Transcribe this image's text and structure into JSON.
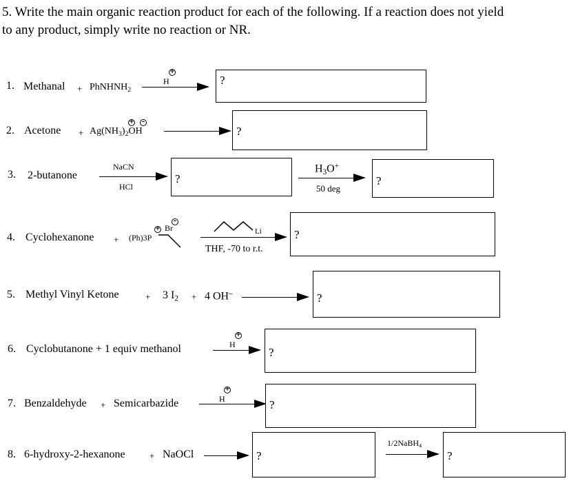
{
  "title_line1": "5. Write the main organic reaction product for each of the following. If a reaction does not yield",
  "title_line2": "to any product, simply write no reaction or NR.",
  "answer_placeholder": "?",
  "reactions": [
    {
      "number": "1.",
      "reactant1": "Methanal",
      "plus": "+",
      "reactant2": "PhNHNH",
      "reactant2_sub": "2",
      "catalyst": "H"
    },
    {
      "number": "2.",
      "reactant1": "Acetone",
      "plus": "+",
      "reactant2_a": "Ag(NH",
      "reactant2_sub": "3",
      "reactant2_b": ")",
      "reactant2_sub2": "2",
      "reactant2_c": "OH"
    },
    {
      "number": "3.",
      "reactant1": "2-butanone",
      "reagent_top": "NaCN",
      "reagent_bottom": "HCl",
      "step2_top_a": "H",
      "step2_top_sub": "3",
      "step2_top_b": "O",
      "step2_top_sup": "+",
      "step2_bottom": "50 deg"
    },
    {
      "number": "4.",
      "reactant1": "Cyclohexanone",
      "plus": "+",
      "reactant2": "(Ph)3P",
      "counterion": "Br",
      "reagent_top": "Li",
      "reagent_bottom": "THF, -70 to r.t."
    },
    {
      "number": "5.",
      "reactant1": "Methyl Vinyl Ketone",
      "plus1": "+",
      "reactant2": "3 I",
      "reactant2_sub": "2",
      "plus2": "+",
      "reactant3": "4 OH",
      "reactant3_sup": "–"
    },
    {
      "number": "6.",
      "reactant1": "Cyclobutanone + 1 equiv methanol",
      "catalyst": "H"
    },
    {
      "number": "7.",
      "reactant1": "Benzaldehyde",
      "plus": "+",
      "reactant2": "Semicarbazide",
      "catalyst": "H"
    },
    {
      "number": "8.",
      "reactant1": "6-hydroxy-2-hexanone",
      "plus": "+",
      "reactant2": "NaOCl",
      "step2_reagent_a": "1/2NaBH",
      "step2_reagent_sub": "4"
    }
  ]
}
